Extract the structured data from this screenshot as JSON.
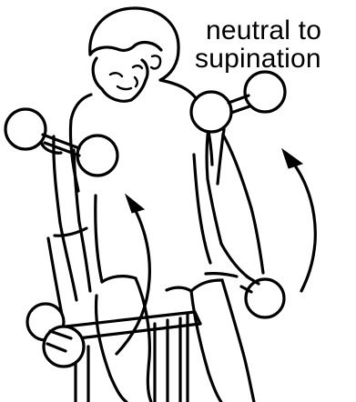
{
  "caption": {
    "line1": "neutral to",
    "line2": "supination"
  },
  "figure": {
    "subject": "seated man performing dumbbell curls",
    "colors": {
      "ink": "#000000",
      "background": "#ffffff"
    },
    "icons": [
      "upward-arrow-icon",
      "curved-arrow-icon",
      "dumbbell-icon"
    ]
  }
}
